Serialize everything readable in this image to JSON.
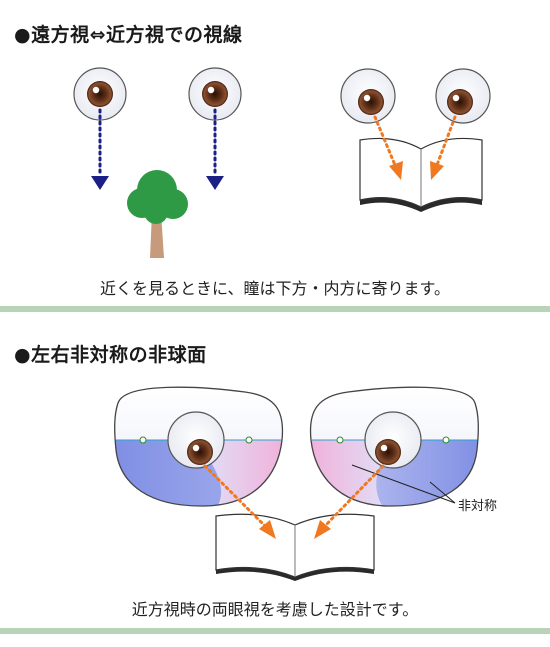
{
  "section_top": {
    "title": "●遠方視⇔近方視での視線",
    "caption": "近くを見るときに、瞳は下方・内方に寄ります。"
  },
  "section_bottom": {
    "title": "●左右非対称の非球面",
    "caption": "近方視時の両眼視を考慮した設計です。",
    "label_asymmetric": "非対称"
  },
  "colors": {
    "distance_arrow": "#1b1f86",
    "near_arrow": "#f07820",
    "lens_blue": "#8a96e6",
    "lens_pink": "#f2aed8",
    "iris": "#6a3a22",
    "tree_green": "#2f9a46",
    "divider": "#b9d3b9"
  }
}
